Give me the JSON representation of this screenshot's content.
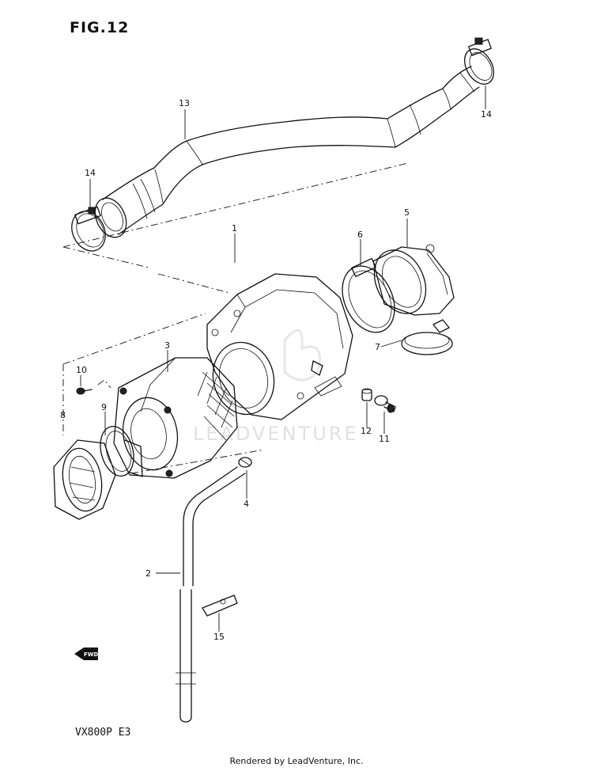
{
  "figure": {
    "title": "FIG.12",
    "model": "VX800P  E3"
  },
  "footer": {
    "text": "Rendered by LeadVenture, Inc."
  },
  "watermark": {
    "text": "LEADVENTURE"
  },
  "fwd_label": "FWD",
  "parts": [
    {
      "number": "1"
    },
    {
      "number": "2"
    },
    {
      "number": "3"
    },
    {
      "number": "4"
    },
    {
      "number": "5"
    },
    {
      "number": "6"
    },
    {
      "number": "7"
    },
    {
      "number": "8"
    },
    {
      "number": "9"
    },
    {
      "number": "10"
    },
    {
      "number": "11"
    },
    {
      "number": "12"
    },
    {
      "number": "13"
    },
    {
      "number": "14"
    },
    {
      "number": "14"
    },
    {
      "number": "15"
    }
  ]
}
